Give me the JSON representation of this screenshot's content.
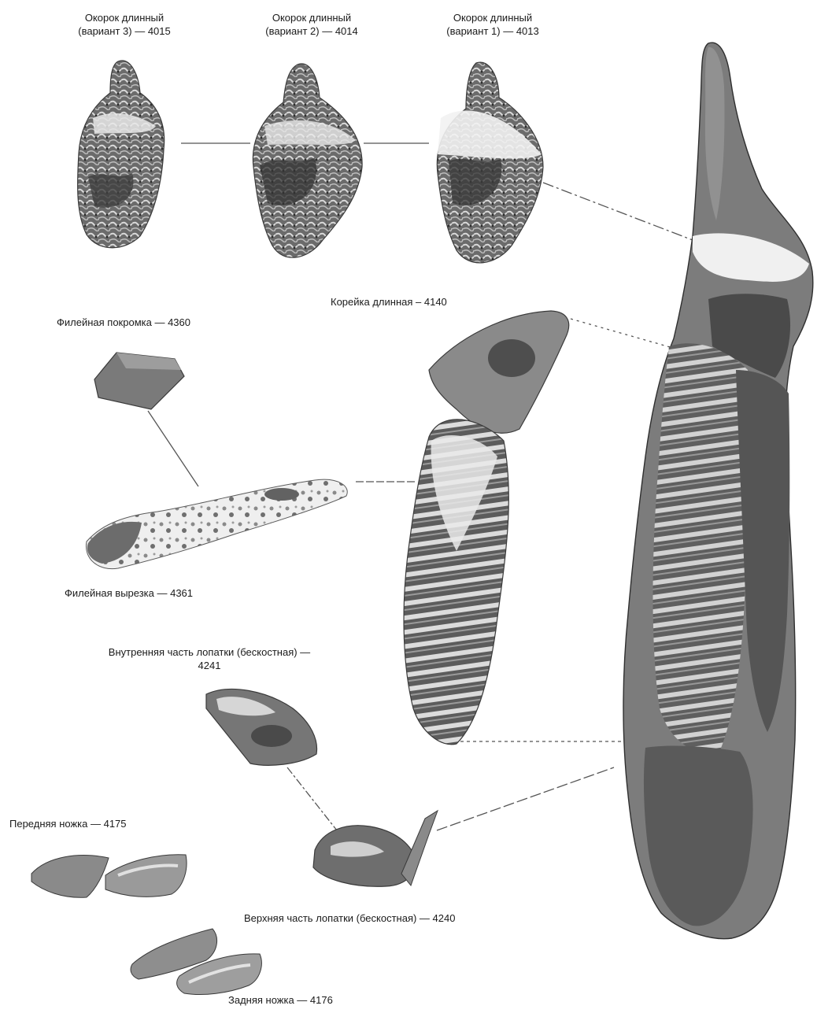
{
  "labels": {
    "ham_v3": [
      "Окорок длинный",
      "(вариант 3) — 4015"
    ],
    "ham_v2": [
      "Окорок длинный",
      "(вариант 2) — 4014"
    ],
    "ham_v1": [
      "Окорок длинный",
      "(вариант 1) — 4013"
    ],
    "loin_long": "Корейка длинная – 4140",
    "fillet_trim": "Филейная покромка — 4360",
    "fillet_cut": "Филейная вырезка — 4361",
    "shoulder_inner": [
      "Внутренняя часть лопатки (бескостная) —",
      "4241"
    ],
    "front_hock": "Передняя ножка — 4175",
    "shoulder_upper": "Верхняя часть лопатки (бескостная) — 4240",
    "hind_hock": "Задняя ножка — 4176"
  },
  "colors": {
    "meat_dark": "#4a4a4a",
    "meat_mid": "#777777",
    "meat_light": "#a8a8a8",
    "fat": "#e6e6e6",
    "leader": "#555555"
  }
}
